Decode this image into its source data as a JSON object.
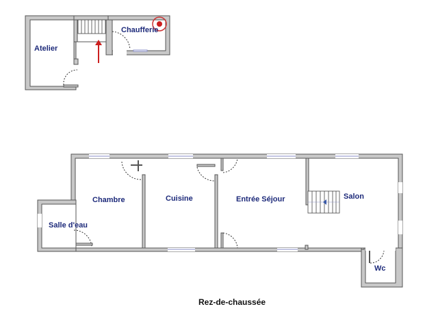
{
  "floor_plan": {
    "caption": "Rez-de-chaussée",
    "annex": {
      "rooms": [
        {
          "id": "atelier",
          "label": "Atelier"
        },
        {
          "id": "chaufferie",
          "label": "Chaufferie"
        }
      ],
      "markers": {
        "stair_arrow_color": "#cc1f1f",
        "location_marker_color": "#cc1f1f"
      }
    },
    "main": {
      "rooms": [
        {
          "id": "salle-deau",
          "label": "Salle d'eau"
        },
        {
          "id": "chambre",
          "label": "Chambre"
        },
        {
          "id": "cuisine",
          "label": "Cuisine"
        },
        {
          "id": "entree-sejour",
          "label": "Entrée Séjour"
        },
        {
          "id": "salon",
          "label": "Salon"
        },
        {
          "id": "wc",
          "label": "Wc"
        }
      ]
    },
    "colors": {
      "wall_fill": "#c8c8c8",
      "wall_stroke": "#555555",
      "label": "#1d2a7a",
      "window": "#8a8fc8"
    }
  }
}
